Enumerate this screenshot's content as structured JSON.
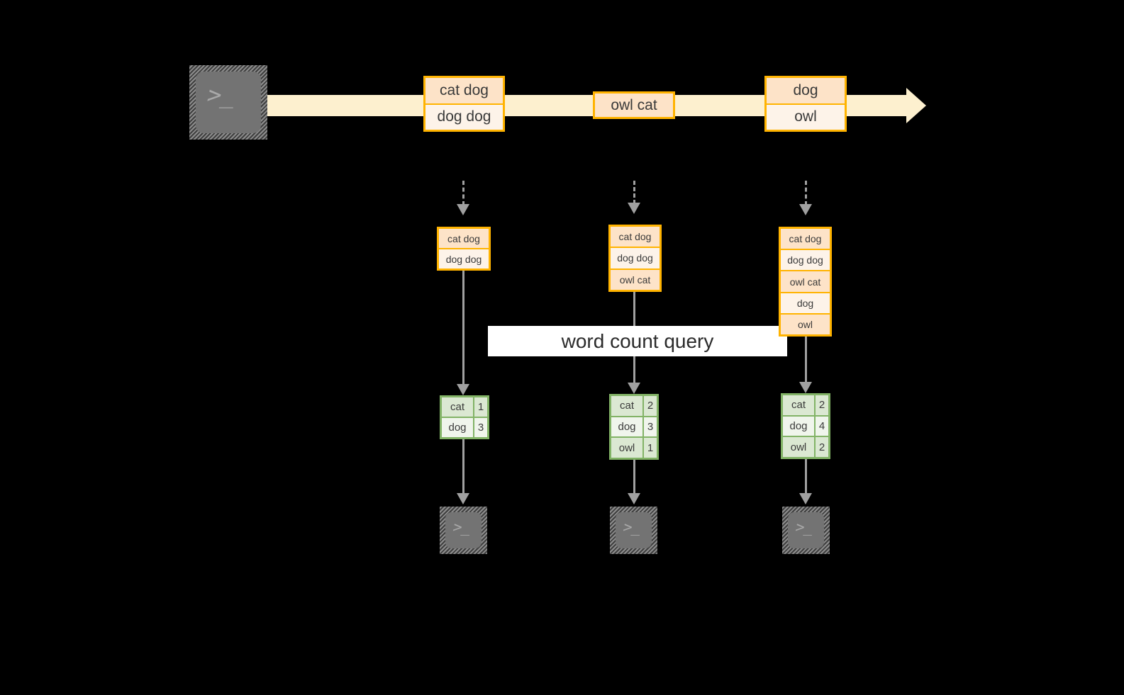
{
  "diagram": {
    "title_band": {
      "label": "word count query"
    },
    "source": {
      "icon": "terminal-icon",
      "glyph": ">_"
    },
    "stream": {
      "direction": "left-to-right",
      "color": "#fdf0cf",
      "events": [
        {
          "id": "event-group-1",
          "rows": [
            {
              "text": "cat dog",
              "tone": "dark"
            },
            {
              "text": "dog dog",
              "tone": "light"
            }
          ]
        },
        {
          "id": "event-group-2",
          "rows": [
            {
              "text": "owl cat",
              "tone": "dark"
            }
          ]
        },
        {
          "id": "event-group-3",
          "rows": [
            {
              "text": "dog",
              "tone": "dark"
            },
            {
              "text": "owl",
              "tone": "light"
            }
          ]
        }
      ]
    },
    "snapshots": [
      {
        "id": "snapshot-1",
        "rows": [
          {
            "text": "cat dog",
            "tone": "dark"
          },
          {
            "text": "dog dog",
            "tone": "light"
          }
        ]
      },
      {
        "id": "snapshot-2",
        "rows": [
          {
            "text": "cat dog",
            "tone": "dark"
          },
          {
            "text": "dog dog",
            "tone": "light"
          },
          {
            "text": "owl cat",
            "tone": "dark"
          }
        ]
      },
      {
        "id": "snapshot-3",
        "rows": [
          {
            "text": "cat dog",
            "tone": "dark"
          },
          {
            "text": "dog dog",
            "tone": "light"
          },
          {
            "text": "owl cat",
            "tone": "dark"
          },
          {
            "text": "dog",
            "tone": "light"
          },
          {
            "text": "owl",
            "tone": "dark"
          }
        ]
      }
    ],
    "results": [
      {
        "id": "result-1",
        "rows": [
          {
            "word": "cat",
            "count": "1",
            "tone": "dark"
          },
          {
            "word": "dog",
            "count": "3",
            "tone": "light"
          }
        ]
      },
      {
        "id": "result-2",
        "rows": [
          {
            "word": "cat",
            "count": "2",
            "tone": "dark"
          },
          {
            "word": "dog",
            "count": "3",
            "tone": "light"
          },
          {
            "word": "owl",
            "count": "1",
            "tone": "dark"
          }
        ]
      },
      {
        "id": "result-3",
        "rows": [
          {
            "word": "cat",
            "count": "2",
            "tone": "dark"
          },
          {
            "word": "dog",
            "count": "4",
            "tone": "light"
          },
          {
            "word": "owl",
            "count": "2",
            "tone": "dark"
          }
        ]
      }
    ],
    "sinks": [
      {
        "id": "sink-1",
        "icon": "terminal-icon",
        "glyph": ">_"
      },
      {
        "id": "sink-2",
        "icon": "terminal-icon",
        "glyph": ">_"
      },
      {
        "id": "sink-3",
        "icon": "terminal-icon",
        "glyph": ">_"
      }
    ],
    "colors": {
      "stream": "#fdf0cf",
      "event_border": "#ffb300",
      "event_dark": "#fde3c8",
      "event_light": "#fdf3e9",
      "result_border": "#82b366",
      "result_dark": "#dbe8d2",
      "result_light": "#f0f5ec",
      "connector": "#a0a0a0",
      "terminal": "#737373",
      "background": "#000000",
      "band": "#ffffff"
    }
  }
}
